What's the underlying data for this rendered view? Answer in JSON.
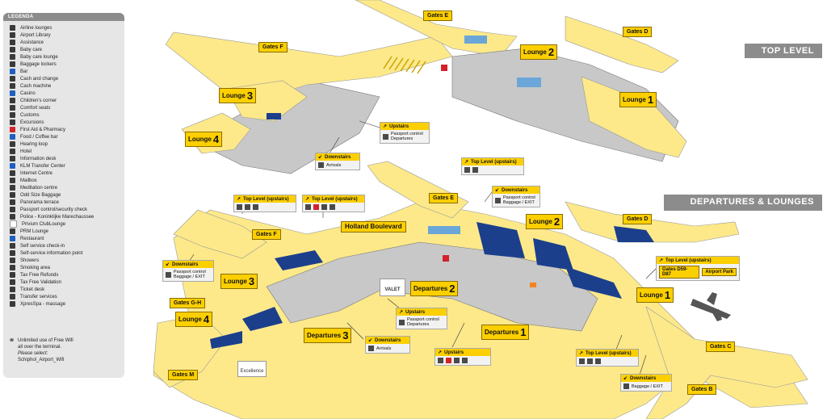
{
  "legend": {
    "title": "LEGENDA",
    "items": [
      {
        "label": "Airline lounges",
        "color": "#3a3a3a",
        "glyph": "sofa-icon"
      },
      {
        "label": "Airport Library",
        "color": "#3a3a3a",
        "glyph": "book-icon"
      },
      {
        "label": "Assistance",
        "color": "#3a3a3a",
        "glyph": "assistance-icon"
      },
      {
        "label": "Baby care",
        "color": "#3a3a3a",
        "glyph": "baby-icon"
      },
      {
        "label": "Baby care lounge",
        "color": "#3a3a3a",
        "glyph": "baby-lounge-icon"
      },
      {
        "label": "Baggage lockers",
        "color": "#3a3a3a",
        "glyph": "locker-icon"
      },
      {
        "label": "Bar",
        "color": "#1f5fbf",
        "glyph": "bar-icon"
      },
      {
        "label": "Cash and change",
        "color": "#3a3a3a",
        "glyph": "cash-icon"
      },
      {
        "label": "Cash machine",
        "color": "#3a3a3a",
        "glyph": "atm-icon"
      },
      {
        "label": "Casino",
        "color": "#1f5fbf",
        "glyph": "casino-icon"
      },
      {
        "label": "Children's corner",
        "color": "#3a3a3a",
        "glyph": "children-icon"
      },
      {
        "label": "Comfort seats",
        "color": "#3a3a3a",
        "glyph": "seat-icon"
      },
      {
        "label": "Customs",
        "color": "#3a3a3a",
        "glyph": "customs-icon"
      },
      {
        "label": "Excursions",
        "color": "#3a3a3a",
        "glyph": "excursion-icon"
      },
      {
        "label": "First Aid & Pharmacy",
        "color": "#d2232a",
        "glyph": "first-aid-icon"
      },
      {
        "label": "Food / Coffee bar",
        "color": "#1f5fbf",
        "glyph": "food-icon"
      },
      {
        "label": "Hearing loop",
        "color": "#3a3a3a",
        "glyph": "hearing-loop-icon"
      },
      {
        "label": "Hotel",
        "color": "#3a3a3a",
        "glyph": "hotel-icon"
      },
      {
        "label": "Information desk",
        "color": "#3a3a3a",
        "glyph": "info-icon"
      },
      {
        "label": "KLM Transfer Center",
        "color": "#1f5fbf",
        "glyph": "klm-icon"
      },
      {
        "label": "Internet Centre",
        "color": "#3a3a3a",
        "glyph": "internet-icon"
      },
      {
        "label": "Mailbox",
        "color": "#3a3a3a",
        "glyph": "mailbox-icon"
      },
      {
        "label": "Meditation centre",
        "color": "#3a3a3a",
        "glyph": "meditation-icon"
      },
      {
        "label": "Odd Size Baggage",
        "color": "#3a3a3a",
        "glyph": "odd-baggage-icon"
      },
      {
        "label": "Panorama terrace",
        "color": "#3a3a3a",
        "glyph": "panorama-icon"
      },
      {
        "label": "Passport control/security check",
        "color": "#3a3a3a",
        "glyph": "passport-icon"
      },
      {
        "label": "Police - Koninklijke Marechaussee",
        "color": "#3a3a3a",
        "glyph": "police-icon"
      },
      {
        "label": "Privium ClubLounge",
        "color": "#ffffff",
        "glyph": "privium-icon"
      },
      {
        "label": "PRM Lounge",
        "color": "#3a3a3a",
        "glyph": "prm-icon"
      },
      {
        "label": "Restaurant",
        "color": "#1f5fbf",
        "glyph": "restaurant-icon"
      },
      {
        "label": "Self service check-in",
        "color": "#3a3a3a",
        "glyph": "checkin-icon"
      },
      {
        "label": "Self-service information point",
        "color": "#3a3a3a",
        "glyph": "info-point-icon"
      },
      {
        "label": "Showers",
        "color": "#3a3a3a",
        "glyph": "shower-icon"
      },
      {
        "label": "Smoking area",
        "color": "#3a3a3a",
        "glyph": "smoking-icon"
      },
      {
        "label": "Tax Free Refunds",
        "color": "#3a3a3a",
        "glyph": "tax-refund-icon"
      },
      {
        "label": "Tax Free Validation",
        "color": "#3a3a3a",
        "glyph": "tax-validation-icon"
      },
      {
        "label": "Ticket desk",
        "color": "#3a3a3a",
        "glyph": "ticket-icon"
      },
      {
        "label": "Transfer services",
        "color": "#3a3a3a",
        "glyph": "transfer-icon"
      },
      {
        "label": "XpresSpa - massage",
        "color": "#3a3a3a",
        "glyph": "spa-icon"
      }
    ],
    "wifi_line1": "Unlimited use of Free Wifi",
    "wifi_line2": "all over the terminal.",
    "wifi_line3": "Please select:",
    "wifi_line4": "Schiphol_Airport_Wifi"
  },
  "levels": {
    "top": "TOP LEVEL",
    "departures": "DEPARTURES & LOUNGES"
  },
  "top_level": {
    "gates_e": "Gates E",
    "gates_d": "Gates D",
    "gates_f": "Gates F",
    "lounge_word": "Lounge",
    "lounge1": "1",
    "lounge2": "2",
    "lounge3": "3",
    "lounge4": "4",
    "upstairs_title": "Upstairs",
    "upstairs_body1": "Passport control",
    "upstairs_body2": "Departures",
    "downstairs_title": "Downstairs",
    "downstairs_body": "Arrivals"
  },
  "departures_level": {
    "gates_e": "Gates E",
    "gates_d": "Gates D",
    "gates_f": "Gates F",
    "gates_gh": "Gates G-H",
    "gates_m": "Gates M",
    "gates_c": "Gates C",
    "gates_b": "Gates B",
    "holland_boulevard": "Holland Boulevard",
    "lounge_word": "Lounge",
    "departures_word": "Departures",
    "n1": "1",
    "n2": "2",
    "n3": "3",
    "n4": "4",
    "top_level_upstairs": "Top Level (upstairs)",
    "downstairs": "Downstairs",
    "upstairs": "Upstairs",
    "passport_baggage_line1": "Passport control",
    "passport_baggage_line2": "Baggage / EXIT",
    "passport_departures_line1": "Passport control",
    "passport_departures_line2": "Departures",
    "arrivals": "Arrivals",
    "baggage_exit": "Baggage / EXIT",
    "gates_d59_d87": "Gates D59-D87",
    "airport_park": "Airport Park",
    "valet": "VALET",
    "excellence": "Excellence"
  },
  "colors": {
    "floor_yellow": "#fde98a",
    "floor_grey": "#c8c8c8",
    "label_yellow": "#fccf00",
    "lounge_blue": "#1c3f8c",
    "shop_blue": "#6aa6d8",
    "legend_bg": "#e6e6e6",
    "header_grey": "#8c8c8c"
  }
}
